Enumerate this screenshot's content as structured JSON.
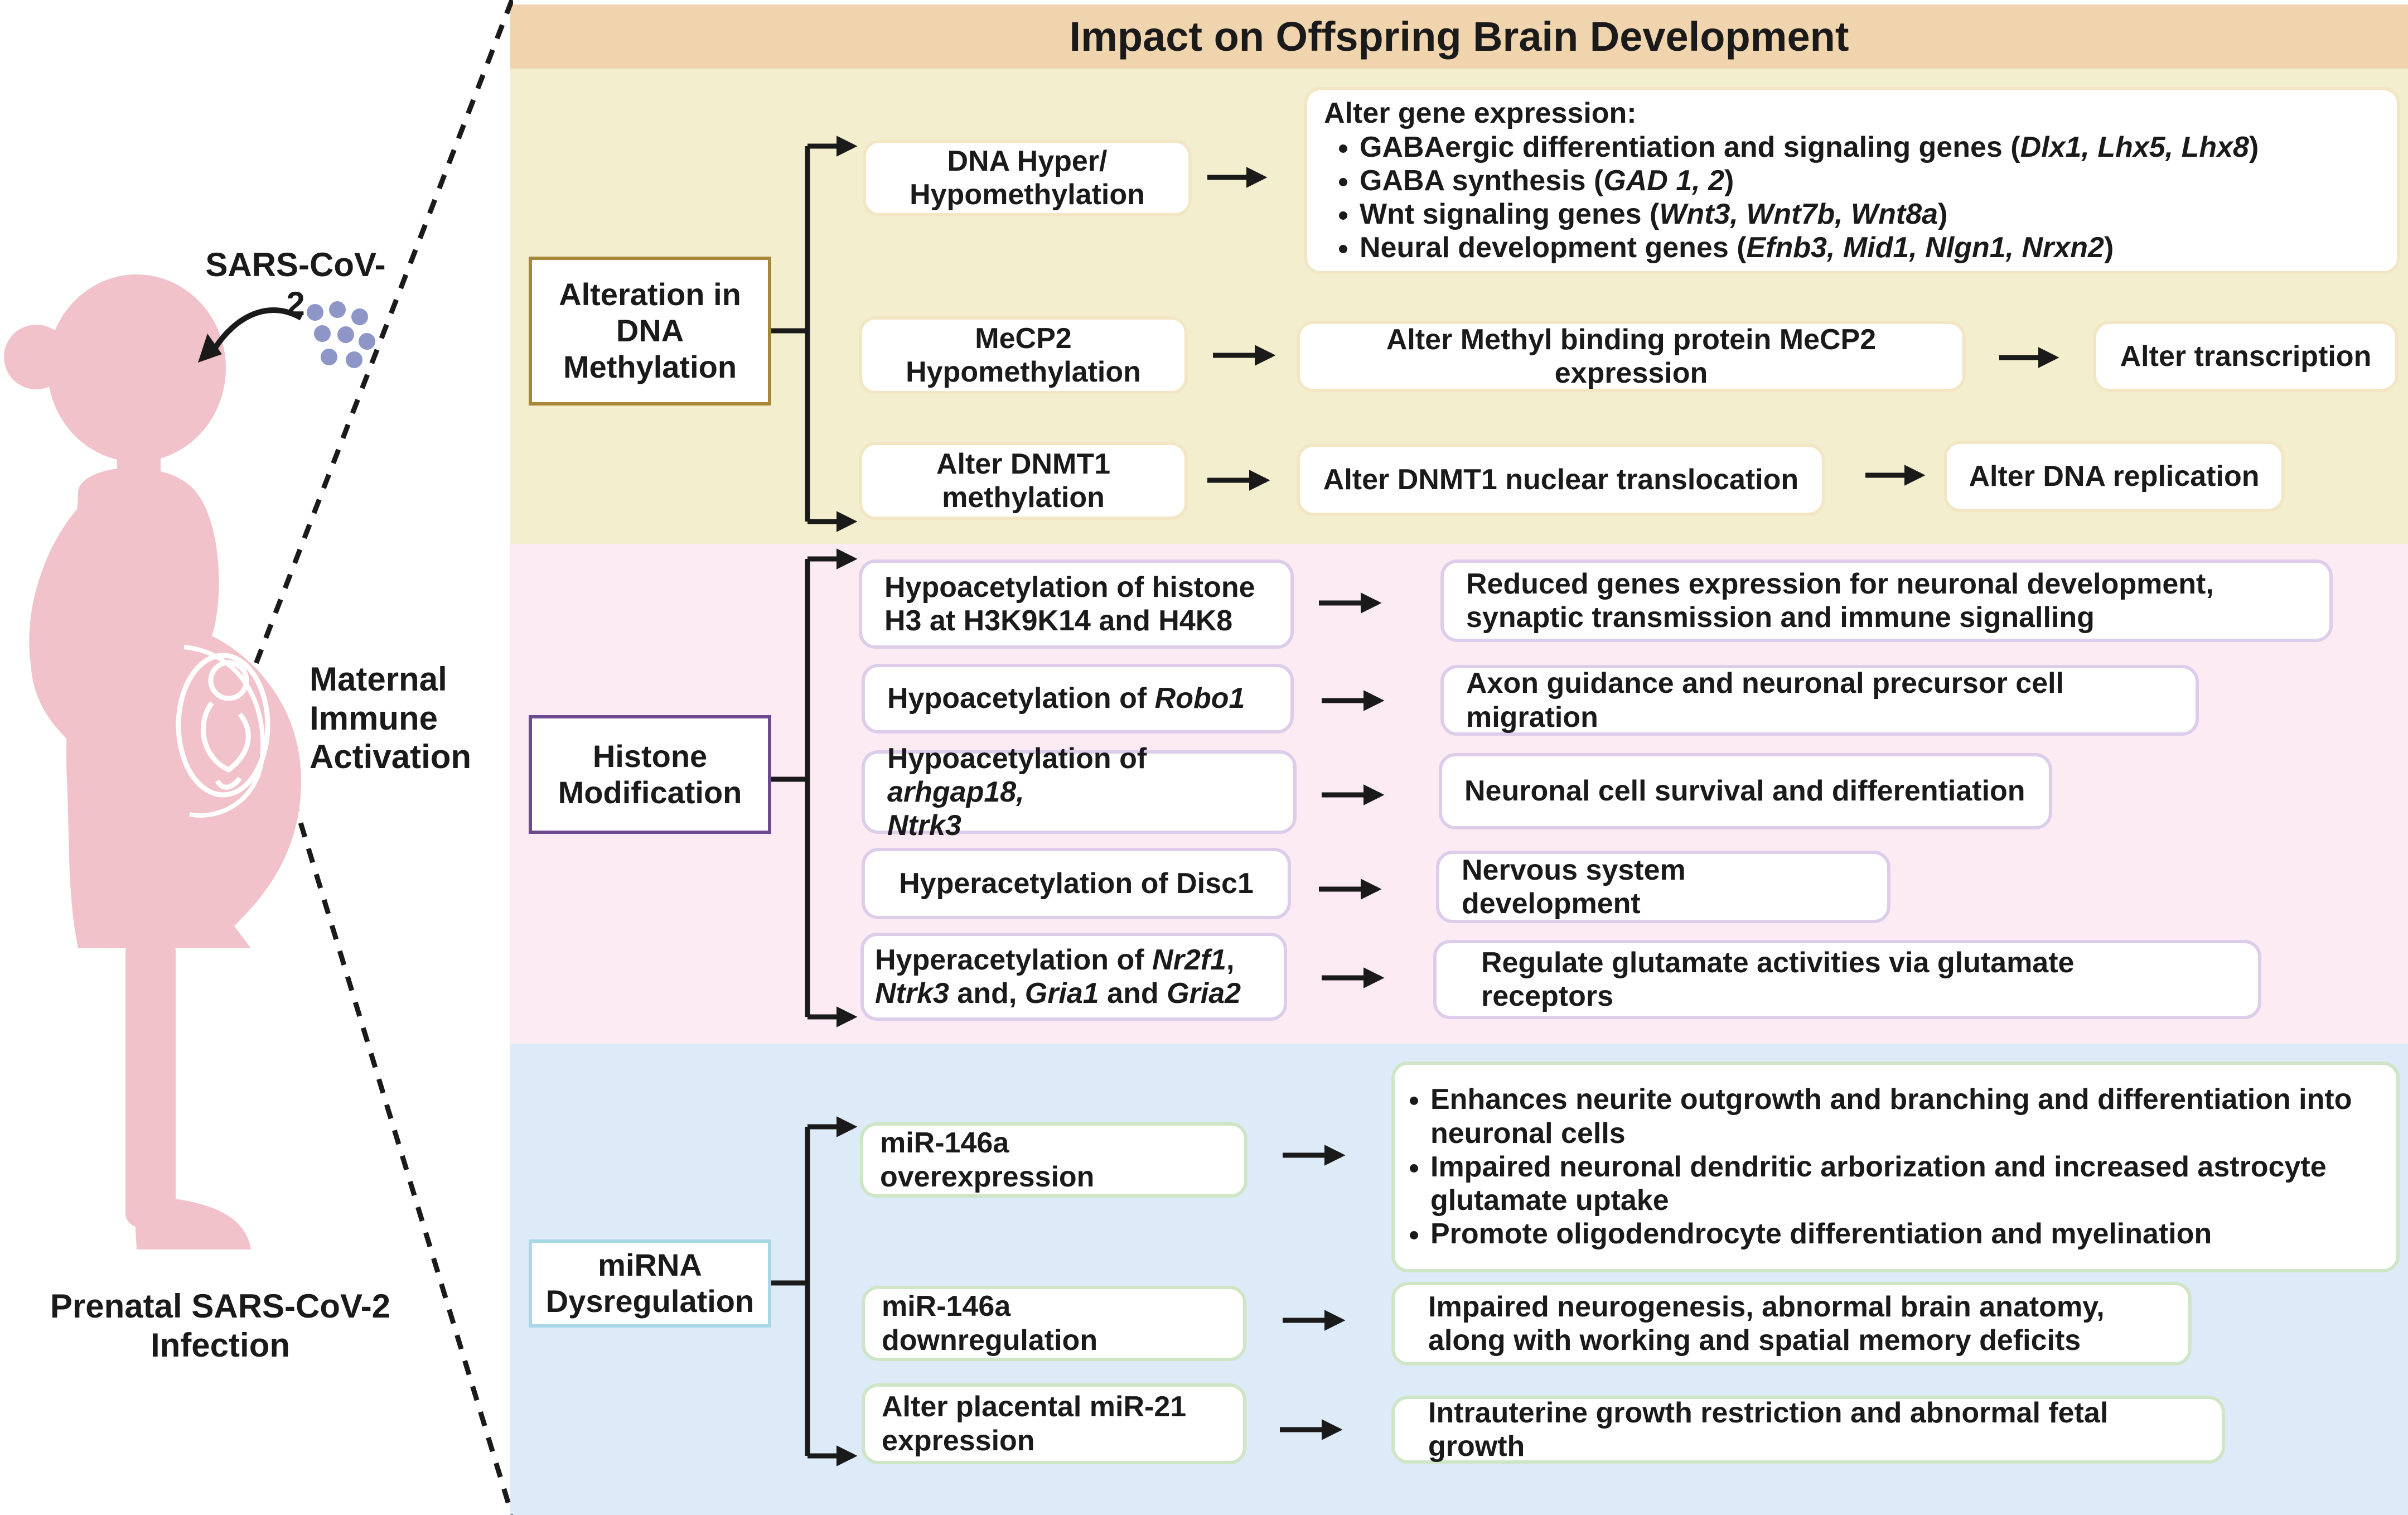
{
  "header": {
    "title": "Impact on Offspring Brain Development"
  },
  "colors": {
    "header": "#f0d4ad",
    "dna_band": "#f3efce",
    "histone_band": "#fcebf3",
    "mirna_band": "#ddeaf7",
    "figure": "#f2c2cb",
    "virus": "#8d96c7"
  },
  "left": {
    "virus_label": "SARS-CoV-2",
    "activation_label": "Maternal Immune Activation",
    "caption": "Prenatal SARS-CoV-2 Infection",
    "icons": [
      "pregnant-woman-icon",
      "fetus-icon",
      "virus-particles-icon",
      "curved-arrow-icon"
    ]
  },
  "dna": {
    "category": "Alteration in DNA Methylation",
    "row1": {
      "cause": "DNA Hyper/ Hypomethylation",
      "effect_title": "Alter gene expression:",
      "effect_items": [
        {
          "text": "GABAergic differentiation and signaling genes (",
          "genes": "Dlx1, Lhx5, Lhx8",
          "close": ")"
        },
        {
          "text": "GABA synthesis (",
          "genes": "GAD 1, 2",
          "close": ")"
        },
        {
          "text": "Wnt signaling genes (",
          "genes": "Wnt3, Wnt7b, Wnt8a",
          "close": ")"
        },
        {
          "text": "Neural development genes (",
          "genes": "Efnb3, Mid1, Nlgn1, Nrxn2",
          "close": ")"
        }
      ]
    },
    "row2": {
      "cause": "MeCP2 Hypomethylation",
      "effect": "Alter Methyl binding protein MeCP2 expression",
      "effect2": "Alter transcription"
    },
    "row3": {
      "cause": "Alter DNMT1 methylation",
      "effect": "Alter  DNMT1 nuclear translocation",
      "effect2": "Alter DNA replication"
    }
  },
  "histone": {
    "category": "Histone Modification",
    "row1": {
      "cause": "Hypoacetylation of histone H3 at H3K9K14 and H4K8",
      "effect": "Reduced genes expression for neuronal development, synaptic transmission and immune signalling"
    },
    "row2": {
      "cause_prefix": "Hypoacetylation of ",
      "cause_gene": "Robo1",
      "effect": "Axon guidance and neuronal precursor cell migration"
    },
    "row3": {
      "cause_prefix": "Hypoacetylation of ",
      "cause_gene1": "arhgap18,",
      "cause_gene2": "Ntrk3",
      "effect": "Neuronal cell survival and differentiation"
    },
    "row4": {
      "cause": "Hyperacetylation of Disc1",
      "effect": "Nervous system development"
    },
    "row5": {
      "prefix": "Hyperacetylation of ",
      "g1": "Nr2f1",
      "comma": ",",
      "g2": "Ntrk3",
      "mid": " and, ",
      "g3": "Gria1",
      "and": " and ",
      "g4": "Gria2",
      "effect": "Regulate glutamate activities via glutamate receptors"
    }
  },
  "mirna": {
    "category": "miRNA Dysregulation",
    "row1": {
      "cause": "miR-146a overexpression",
      "effect_items": [
        "Enhances neurite outgrowth and branching and differentiation into neuronal cells",
        "Impaired neuronal dendritic arborization and increased astrocyte glutamate uptake",
        "Promote oligodendrocyte differentiation and myelination"
      ]
    },
    "row2": {
      "cause": "miR-146a downregulation",
      "effect": "Impaired neurogenesis, abnormal brain anatomy, along with working and spatial memory deficits"
    },
    "row3": {
      "cause": "Alter placental miR-21 expression",
      "effect": "Intrauterine growth restriction and abnormal fetal growth"
    }
  }
}
